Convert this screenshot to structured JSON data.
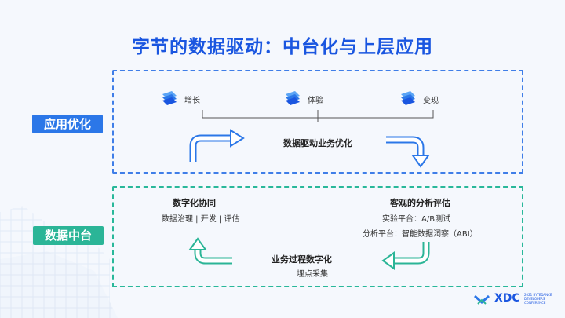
{
  "title": "字节的数据驱动：中台化与上层应用",
  "tags": {
    "app": "应用优化",
    "platform": "数据中台"
  },
  "top": {
    "items": [
      {
        "label": "增长",
        "icon": "book-stack-icon"
      },
      {
        "label": "体验",
        "icon": "book-stack-icon"
      },
      {
        "label": "变现",
        "icon": "book-stack-icon"
      }
    ],
    "center_label": "数据驱动业务优化"
  },
  "bottom": {
    "left_title": "数字化协同",
    "left_sub": "数据治理 | 开发 | 评估",
    "right_title": "客观的分析评估",
    "right_line1": "实验平台：A/B测试",
    "right_line2": "分析平台：智能数据洞察（ABI）",
    "center_title": "业务过程数字化",
    "center_sub": "埋点采集"
  },
  "logo": {
    "name": "XDC",
    "line1": "2021 BYTEDANCE",
    "line2": "DEVELOPERS",
    "line3": "CONFERENCE"
  },
  "colors": {
    "blue": "#2b77e8",
    "green": "#2bb597",
    "title": "#1a56e0"
  }
}
